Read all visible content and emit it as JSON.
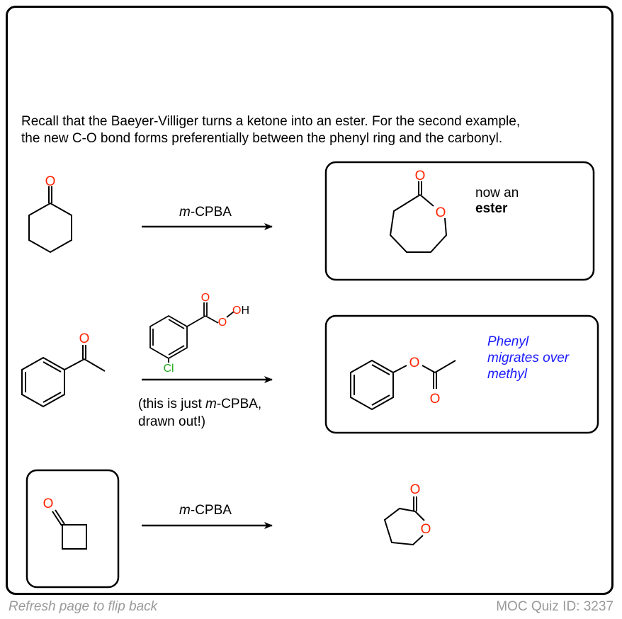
{
  "intro": {
    "line1": "Recall that the Baeyer-Villiger turns a ketone into an ester. For the second example,",
    "line2": "the new C-O bond forms preferentially between the phenyl ring and the carbonyl."
  },
  "reactions": [
    {
      "reagent_italic": "m",
      "reagent_rest": "-CPBA",
      "note_line1": "now an",
      "note_line2": "ester"
    },
    {
      "reagent_atom_O1": "O",
      "reagent_atom_O2": "O",
      "reagent_atom_OH": "OH",
      "reagent_atom_Cl": "Cl",
      "caption_part1": "(this is just ",
      "caption_italic": "m",
      "caption_part2": "-CPBA,",
      "caption_line2": "drawn out!)",
      "note_line1": "Phenyl",
      "note_line2": "migrates over",
      "note_line3": "methyl"
    },
    {
      "reagent_italic": "m",
      "reagent_rest": "-CPBA"
    }
  ],
  "atoms": {
    "oxygen": "O"
  },
  "colors": {
    "oxygen": "#ff2200",
    "chlorine": "#22aa22",
    "note_blue": "#1a1aff",
    "footer": "#999999"
  },
  "footer": {
    "left": "Refresh page to flip back",
    "right": "MOC Quiz ID: 3237"
  }
}
